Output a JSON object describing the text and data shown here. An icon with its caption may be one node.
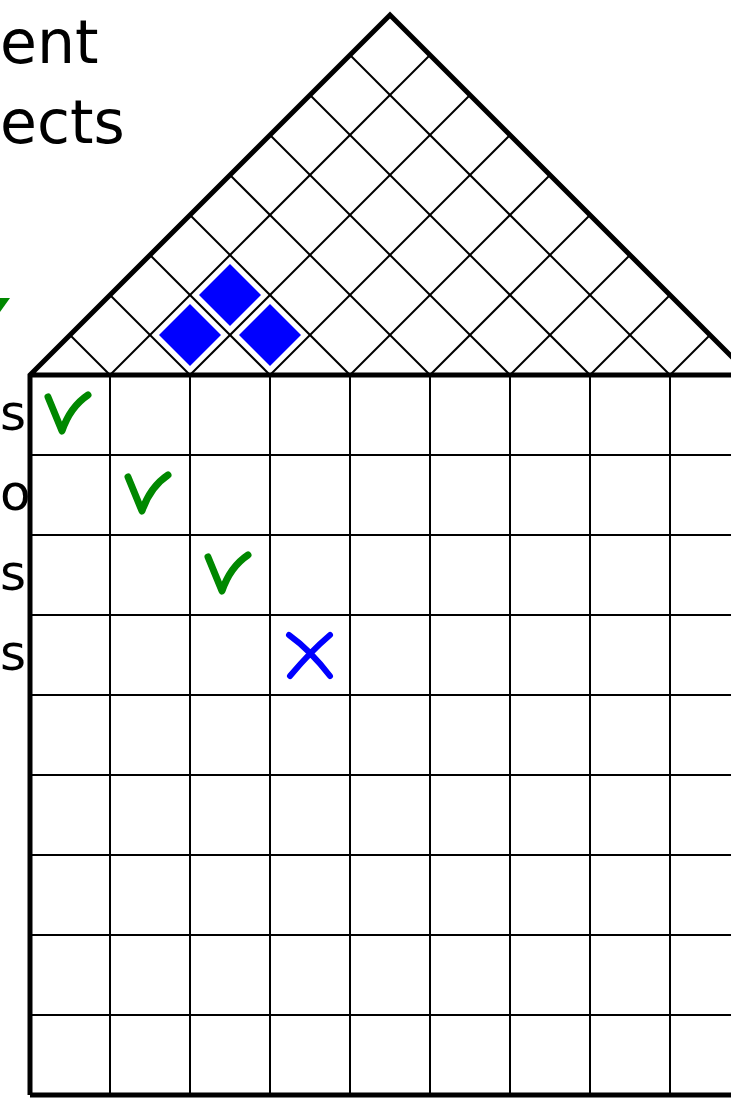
{
  "diagram": {
    "labels": [
      "ent",
      "ects",
      "s",
      "o",
      "s",
      "s"
    ]
  }
}
